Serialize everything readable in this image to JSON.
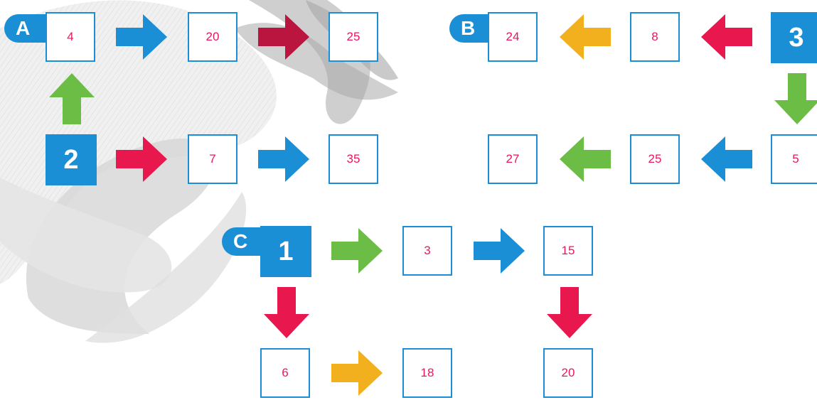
{
  "colors": {
    "box_border": "#1a8fd6",
    "number_text": "#e8175d",
    "start_fill": "#1a8fd6",
    "arrow_blue": "#1a8fd6",
    "arrow_red": "#e8174d",
    "arrow_dark_red": "#b9153f",
    "arrow_green": "#6cbd45",
    "arrow_orange": "#f2b01e"
  },
  "diagram_a": {
    "tag": "A",
    "start": "2",
    "boxes": [
      "4",
      "20",
      "25",
      "7",
      "35"
    ],
    "arrows": [
      {
        "dir": "up",
        "color": "arrow_green"
      },
      {
        "dir": "right",
        "color": "arrow_blue"
      },
      {
        "dir": "right",
        "color": "arrow_dark_red"
      },
      {
        "dir": "right",
        "color": "arrow_red"
      },
      {
        "dir": "right",
        "color": "arrow_blue"
      }
    ]
  },
  "diagram_b": {
    "tag": "B",
    "start": "3",
    "boxes": [
      "24",
      "8",
      "5",
      "25",
      "27"
    ],
    "arrows": [
      {
        "dir": "left",
        "color": "arrow_orange"
      },
      {
        "dir": "left",
        "color": "arrow_red"
      },
      {
        "dir": "down",
        "color": "arrow_green"
      },
      {
        "dir": "left",
        "color": "arrow_green"
      },
      {
        "dir": "left",
        "color": "arrow_blue"
      }
    ]
  },
  "diagram_c": {
    "tag": "C",
    "start": "1",
    "boxes": [
      "3",
      "15",
      "6",
      "18",
      "20"
    ],
    "arrows": [
      {
        "dir": "right",
        "color": "arrow_green"
      },
      {
        "dir": "right",
        "color": "arrow_blue"
      },
      {
        "dir": "down",
        "color": "arrow_red"
      },
      {
        "dir": "right",
        "color": "arrow_orange"
      },
      {
        "dir": "down",
        "color": "arrow_red"
      }
    ]
  }
}
